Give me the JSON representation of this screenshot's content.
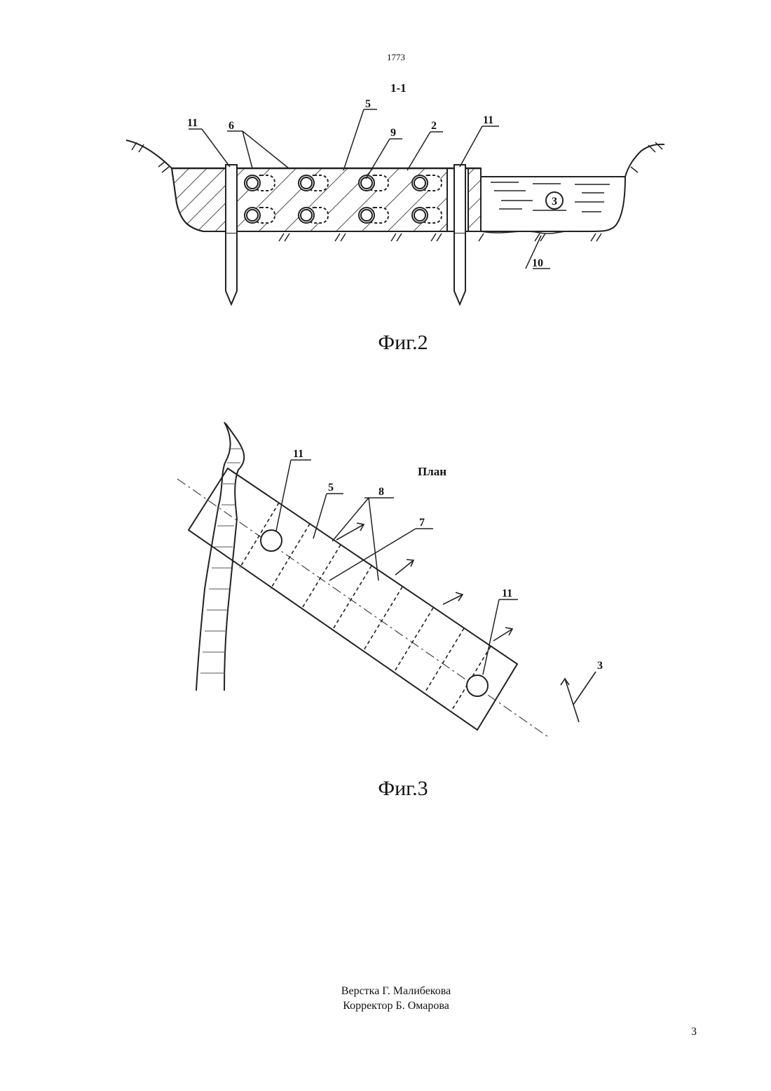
{
  "header": {
    "page_number": "1773"
  },
  "figure2": {
    "section_label": "1-1",
    "caption": "Фиг.2",
    "callouts": {
      "stake_left": "11",
      "drains": "6",
      "body": "5",
      "pipe": "9",
      "backfill": "2",
      "stake_right": "11",
      "canal": "3",
      "bed": "10"
    }
  },
  "figure3": {
    "plan_label": "План",
    "caption": "Фиг.3",
    "callouts": {
      "stake_top": "11",
      "body": "5",
      "drains": "8",
      "pipe": "7",
      "stake_bottom": "11",
      "flow": "3"
    }
  },
  "footer": {
    "layout_credit": "Верстка Г. Малибекова",
    "corrector_credit": "Корректор Б. Омарова",
    "page_number": "3"
  }
}
